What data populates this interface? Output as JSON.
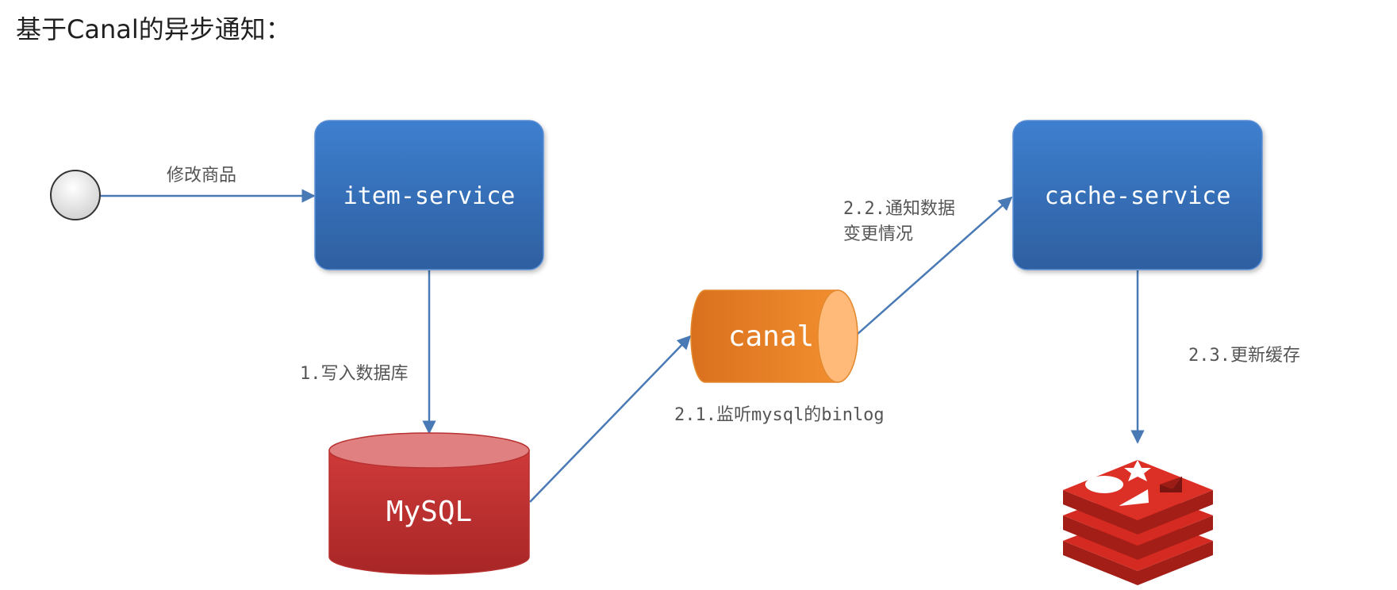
{
  "title": "基于Canal的异步通知：",
  "nodes": {
    "item_service": "item-service",
    "cache_service": "cache-service",
    "mysql": "MySQL",
    "canal": "canal"
  },
  "edges": {
    "modify_product": "修改商品",
    "write_db": "1.写入数据库",
    "listen_binlog": "2.1.监听mysql的binlog",
    "notify_change_line1": "2.2.通知数据",
    "notify_change_line2": "变更情况",
    "update_cache": "2.3.更新缓存"
  },
  "colors": {
    "service_box": "#3b78c4",
    "mysql": "#c83232",
    "canal": "#f08a28",
    "redis": "#d42a22",
    "arrow": "#4a7ab5"
  },
  "icons": {
    "user": "circle-actor-icon",
    "redis": "redis-logo-icon"
  }
}
